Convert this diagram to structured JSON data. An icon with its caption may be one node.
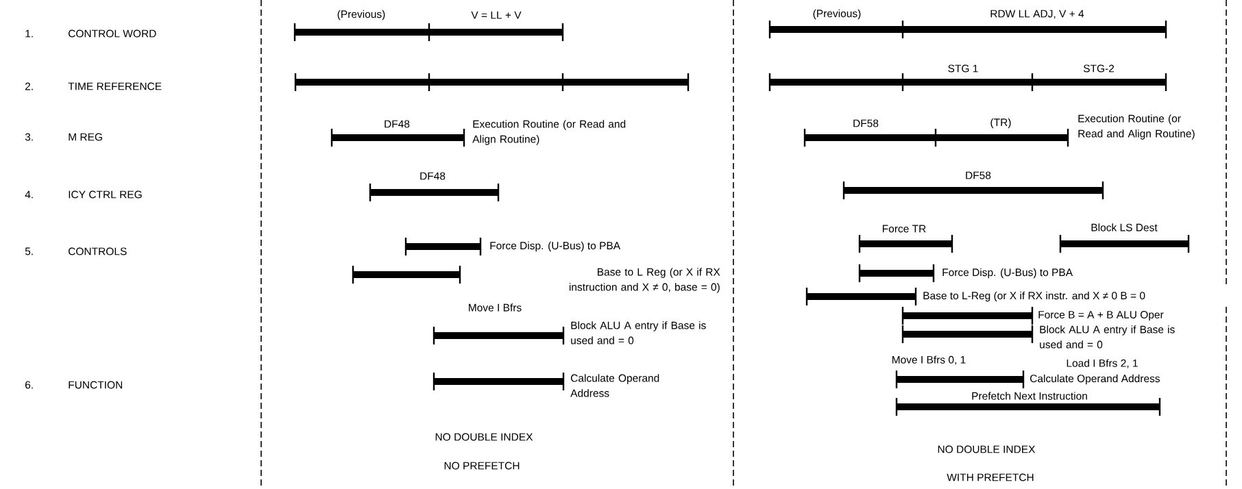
{
  "diagram": {
    "labels": [
      "(Previous)",
      "V = LL + V",
      "(Previous)",
      "RDW LL ADJ, V + 4",
      "1.",
      "CONTROL WORD",
      "STG 1",
      "STG-2",
      "2.",
      "TIME REFERENCE",
      "DF48",
      "Execution Routine (or Read and Align Routine)",
      "DF58",
      "(TR)",
      "Execution Routine (or Read and Align Routine)",
      "3.",
      "M REG",
      "DF48",
      "DF58",
      "4.",
      "ICY CTRL REG",
      "Force TR",
      "Block LS Dest",
      "5.",
      "CONTROLS",
      "Force Disp. (U-Bus) to PBA",
      "Force Disp. (U-Bus) to PBA",
      "Base to L Reg (or X if RX instruction and X ≠ 0, base = 0)",
      "Base to L-Reg (or X if RX instr. and X ≠ 0 B = 0",
      "Move I Bfrs",
      "Force B = A + B ALU Oper",
      "Block ALU A entry if Base is used and = 0",
      "Block ALU A entry if Base is used and = 0",
      "Move I Bfrs 0, 1",
      "Load I Bfrs 2, 1",
      "6.",
      "FUNCTION",
      "Calculate Operand Address",
      "Calculate Operand Address",
      "Prefetch Next Instruction",
      "NO DOUBLE INDEX",
      "NO DOUBLE INDEX",
      "NO PREFETCH",
      "WITH PREFETCH"
    ]
  }
}
